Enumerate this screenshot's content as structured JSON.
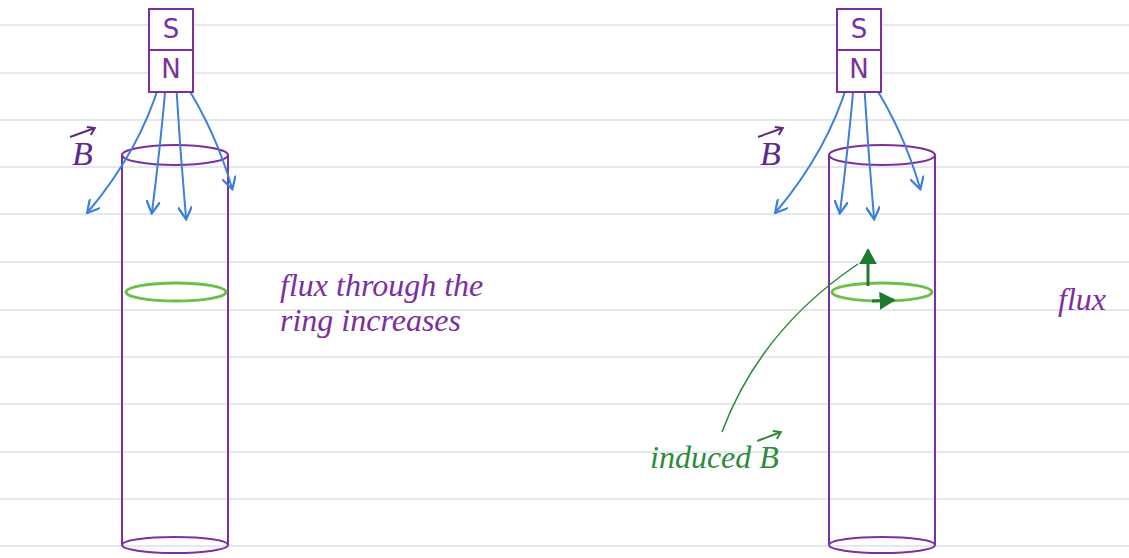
{
  "diagram": {
    "nodes": [
      {
        "text": [
          "S",
          "N"
        ]
      },
      {
        "text": [
          "S",
          "N"
        ]
      }
    ],
    "labels": [
      "B",
      "flux through the ring increases",
      "B",
      "induced B",
      "flux"
    ]
  }
}
